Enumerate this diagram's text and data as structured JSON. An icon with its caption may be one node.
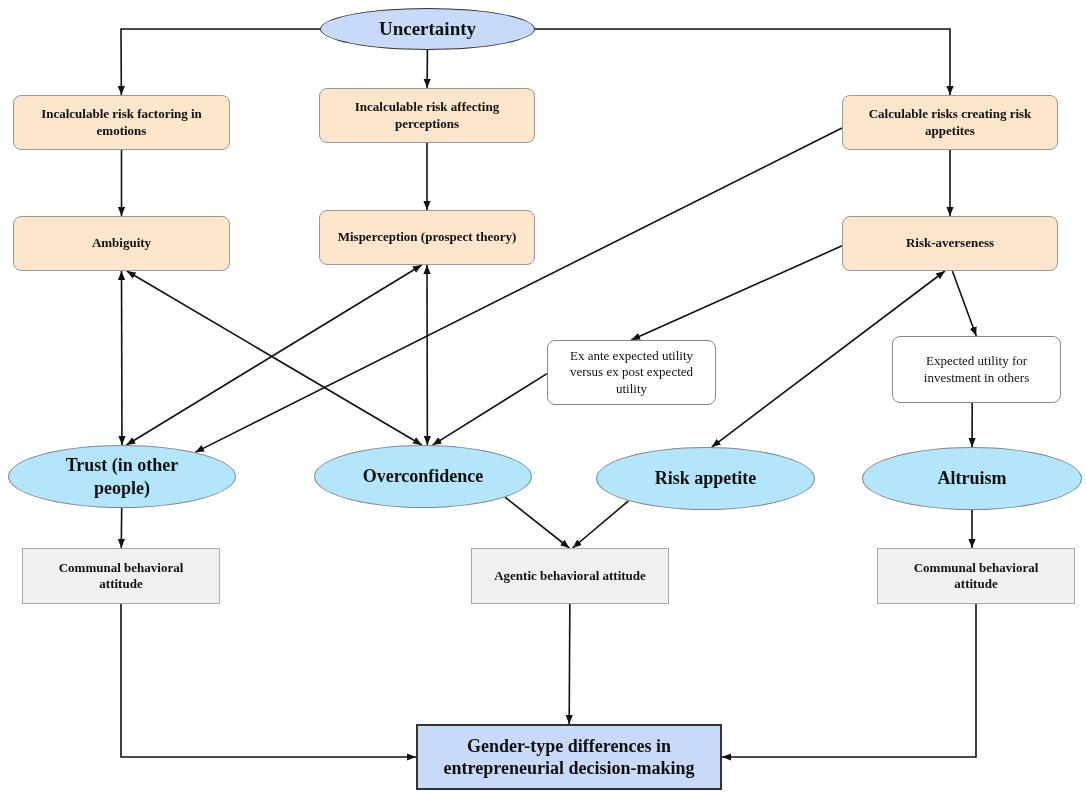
{
  "diagram": {
    "nodes": [
      {
        "text": [
          "Uncertainty"
        ]
      },
      {
        "text": [
          "Incalculable risk factoring in emotions"
        ]
      },
      {
        "text": [
          "Incalculable risk affecting perceptions"
        ]
      },
      {
        "text": [
          "Calculable risks creating risk appetites"
        ]
      },
      {
        "text": [
          "Ambiguity"
        ]
      },
      {
        "text": [
          "Misperception (prospect theory)"
        ]
      },
      {
        "text": [
          "Risk-averseness"
        ]
      },
      {
        "text": [
          "Ex ante expected utility versus ex post expected utility"
        ]
      },
      {
        "text": [
          "Expected utility for investment in others"
        ]
      },
      {
        "text": [
          "Trust (in other people)"
        ]
      },
      {
        "text": [
          "Overconfidence"
        ]
      },
      {
        "text": [
          "Risk appetite"
        ]
      },
      {
        "text": [
          "Altruism"
        ]
      },
      {
        "text": [
          "Communal behavioral attitude"
        ]
      },
      {
        "text": [
          "Agentic behavioral attitude"
        ]
      },
      {
        "text": [
          "Communal behavioral attitude"
        ]
      },
      {
        "text": [
          "Gender-type differences in entrepreneurial decision-making"
        ]
      }
    ],
    "edges": [
      {
        "from": 0,
        "to": 1,
        "arrow": "to"
      },
      {
        "from": 0,
        "to": 2,
        "arrow": "to"
      },
      {
        "from": 0,
        "to": 3,
        "arrow": "to"
      },
      {
        "from": 1,
        "to": 4,
        "arrow": "to"
      },
      {
        "from": 2,
        "to": 5,
        "arrow": "to"
      },
      {
        "from": 3,
        "to": 6,
        "arrow": "to"
      },
      {
        "from": 3,
        "to": 9,
        "arrow": "to"
      },
      {
        "from": 4,
        "to": 9,
        "arrow": "both"
      },
      {
        "from": 4,
        "to": 10,
        "arrow": "both"
      },
      {
        "from": 5,
        "to": 9,
        "arrow": "both"
      },
      {
        "from": 5,
        "to": 10,
        "arrow": "both"
      },
      {
        "from": 6,
        "to": 7,
        "arrow": "to"
      },
      {
        "from": 6,
        "to": 11,
        "arrow": "both"
      },
      {
        "from": 6,
        "to": 8,
        "arrow": "to"
      },
      {
        "from": 7,
        "to": 10,
        "arrow": "to"
      },
      {
        "from": 8,
        "to": 12,
        "arrow": "to"
      },
      {
        "from": 9,
        "to": 13,
        "arrow": "to"
      },
      {
        "from": 10,
        "to": 14,
        "arrow": "to"
      },
      {
        "from": 11,
        "to": 14,
        "arrow": "to"
      },
      {
        "from": 12,
        "to": 15,
        "arrow": "to"
      },
      {
        "from": 13,
        "to": 16,
        "arrow": "to"
      },
      {
        "from": 14,
        "to": 16,
        "arrow": "to"
      },
      {
        "from": 15,
        "to": 16,
        "arrow": "to"
      }
    ]
  }
}
